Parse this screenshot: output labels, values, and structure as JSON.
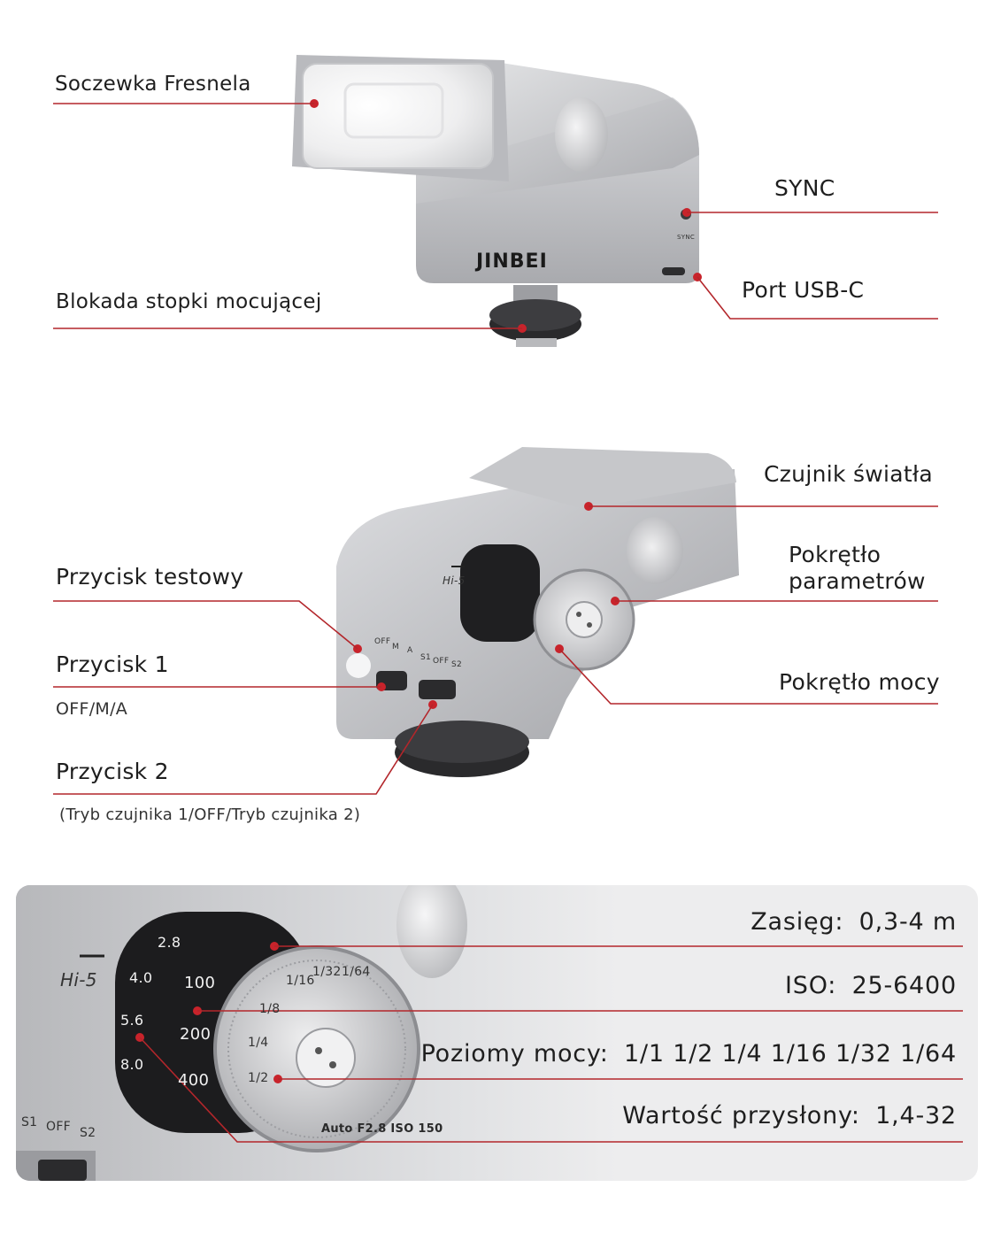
{
  "section1": {
    "fresnel_lens": "Soczewka Fresnela",
    "sync": "SYNC",
    "usb_port": "Port USB-C",
    "foot_lock": "Blokada stopki mocującej",
    "brand": "JINBEI",
    "sync_small": "SYNC"
  },
  "section2": {
    "light_sensor": "Czujnik światła",
    "param_dial_line1": "Pokrętło",
    "param_dial_line2": "parametrów",
    "test_button": "Przycisk testowy",
    "button1": "Przycisk 1",
    "button1_modes": "OFF/M/A",
    "power_dial": "Pokrętło mocy",
    "button2": "Przycisk 2",
    "button2_modes": "(Tryb czujnika 1/OFF/Tryb czujnika 2)",
    "hi5": "Hi-5",
    "switch1_labels": [
      "OFF",
      "M",
      "A"
    ],
    "switch2_labels": [
      "S1",
      "OFF",
      "S2"
    ]
  },
  "section3": {
    "range_label": "Zasięg:",
    "range_value": "0,3-4 m",
    "iso_label": "ISO:",
    "iso_value": "25-6400",
    "power_label": "Poziomy mocy:",
    "power_value": "1/1 1/2 1/4 1/16 1/32 1/64",
    "aperture_label": "Wartość przysłony:",
    "aperture_value": "1,4-32",
    "hi5": "Hi-5",
    "dial_marks": [
      "1/2",
      "1/4",
      "1/8",
      "1/16",
      "1/32",
      "1/64"
    ],
    "dial_ring_text": "Auto F2.8 ISO 150",
    "iso_scale": [
      "100",
      "200",
      "400"
    ],
    "aperture_scale": [
      "2.8",
      "4.0",
      "5.6",
      "8.0"
    ],
    "switch_labels": [
      "S1",
      "OFF",
      "S2"
    ]
  },
  "colors": {
    "leader_line": "#b3262b",
    "marker": "#c8232b",
    "body_silver": "#c9cacd",
    "panel_bg": "#ededee"
  }
}
